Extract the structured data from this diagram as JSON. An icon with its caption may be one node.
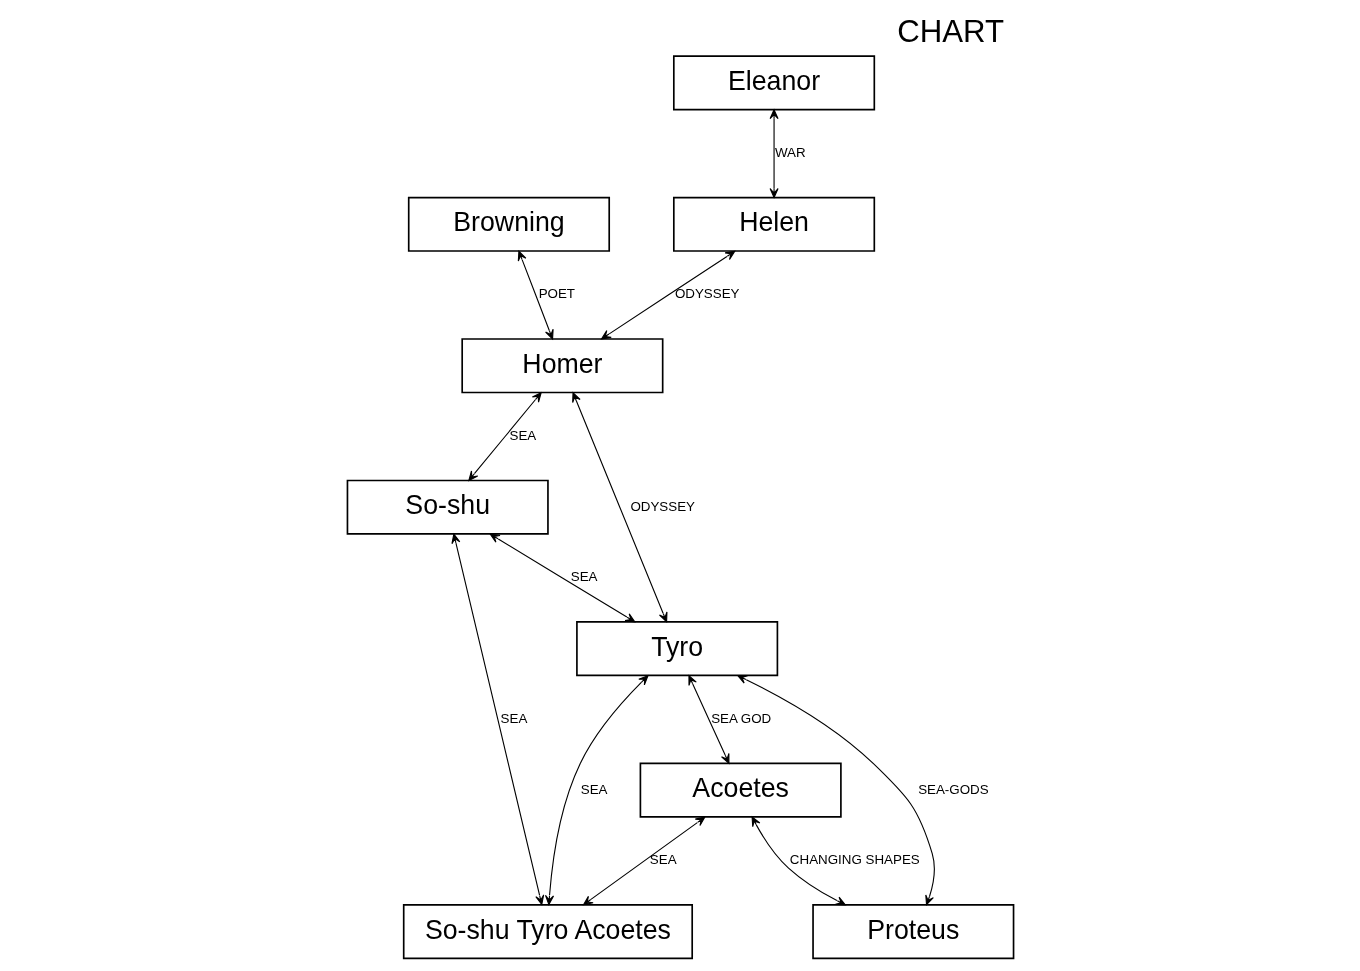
{
  "diagram": {
    "title": "CHART",
    "nodes": [
      {
        "text": [
          "Browning"
        ]
      },
      {
        "text": [
          "So-shu"
        ]
      },
      {
        "text": [
          "Eleanor"
        ]
      },
      {
        "text": [
          "Homer"
        ]
      },
      {
        "text": [
          "Helen"
        ]
      },
      {
        "text": [
          "Tyro"
        ]
      },
      {
        "text": [
          "Acoetes"
        ]
      },
      {
        "text": [
          "Proteus"
        ]
      },
      {
        "text": [
          "So-shu Tyro Acoetes"
        ]
      }
    ],
    "edges": [
      {
        "from": 0,
        "to": 3,
        "arrow": "both",
        "label": "POET"
      },
      {
        "from": 2,
        "to": 4,
        "arrow": "both",
        "label": "WAR"
      },
      {
        "from": 4,
        "to": 3,
        "arrow": "both",
        "label": "ODYSSEY"
      },
      {
        "from": 3,
        "to": 1,
        "arrow": "both",
        "label": "SEA"
      },
      {
        "from": 3,
        "to": 5,
        "arrow": "both",
        "label": "ODYSSEY"
      },
      {
        "from": 1,
        "to": 5,
        "arrow": "both",
        "label": "SEA"
      },
      {
        "from": 1,
        "to": 8,
        "arrow": "both",
        "label": "SEA"
      },
      {
        "from": 5,
        "to": 6,
        "arrow": "both",
        "label": "SEA GOD"
      },
      {
        "from": 5,
        "to": 7,
        "arrow": "both",
        "label": "SEA-GODS"
      },
      {
        "from": 6,
        "to": 7,
        "arrow": "both",
        "label": "CHANGING SHAPES"
      },
      {
        "from": 5,
        "to": 8,
        "arrow": "both",
        "label": "SEA"
      },
      {
        "from": 6,
        "to": 8,
        "arrow": "both",
        "label": "SEA"
      }
    ]
  }
}
